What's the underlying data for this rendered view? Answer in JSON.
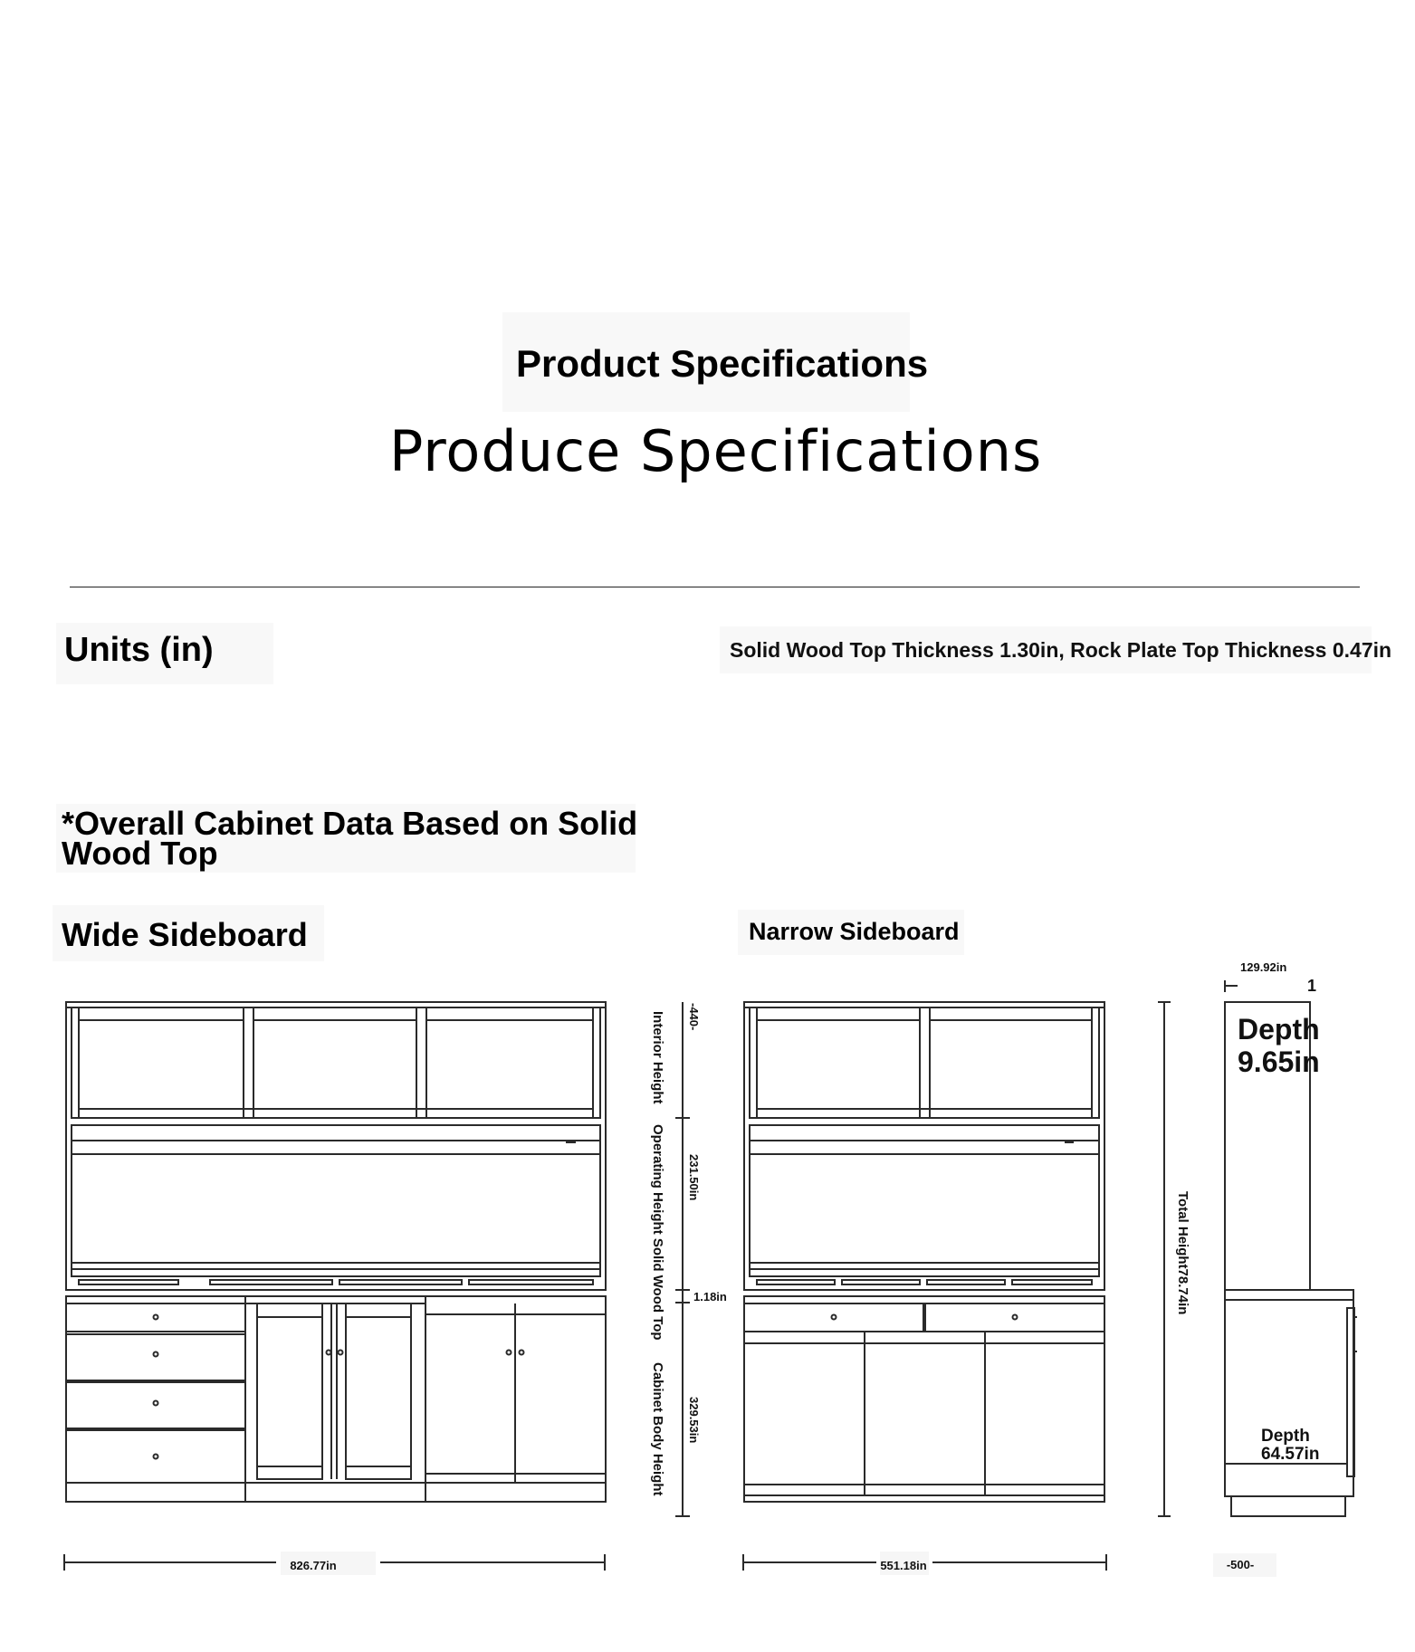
{
  "header": {
    "title": "Product Specifications",
    "subtitle": "Produce Specifications"
  },
  "units_label": "Units (in)",
  "top_thickness_note": "Solid Wood Top Thickness 1.30in, Rock Plate Top Thickness 0.47in",
  "overall_note": "*Overall Cabinet Data Based on Solid Wood Top",
  "wide": {
    "title": "Wide Sideboard",
    "width": "826.77in",
    "interior_height_label": "Interior Height",
    "interior_height_value": "-440-",
    "operating_height_label": "Operating Height Solid Wood Top",
    "operating_height_value": "231.50in",
    "top_thickness_value": "1.18in",
    "cabinet_body_height_label": "Cabinet Body Height",
    "cabinet_body_height_value": "329.53in"
  },
  "narrow": {
    "title": "Narrow Sideboard",
    "width": "551.18in",
    "total_height_label": "Total Height78.74in"
  },
  "side": {
    "top_depth_small": "129.92in",
    "top_marker": "1",
    "upper_depth_label": "Depth",
    "upper_depth_value": "9.65in",
    "lower_depth_label": "Depth",
    "lower_depth_value": "64.57in",
    "base_width": "-500-"
  },
  "colors": {
    "line": "#2a2a2a",
    "text": "#000000",
    "background": "#ffffff"
  }
}
